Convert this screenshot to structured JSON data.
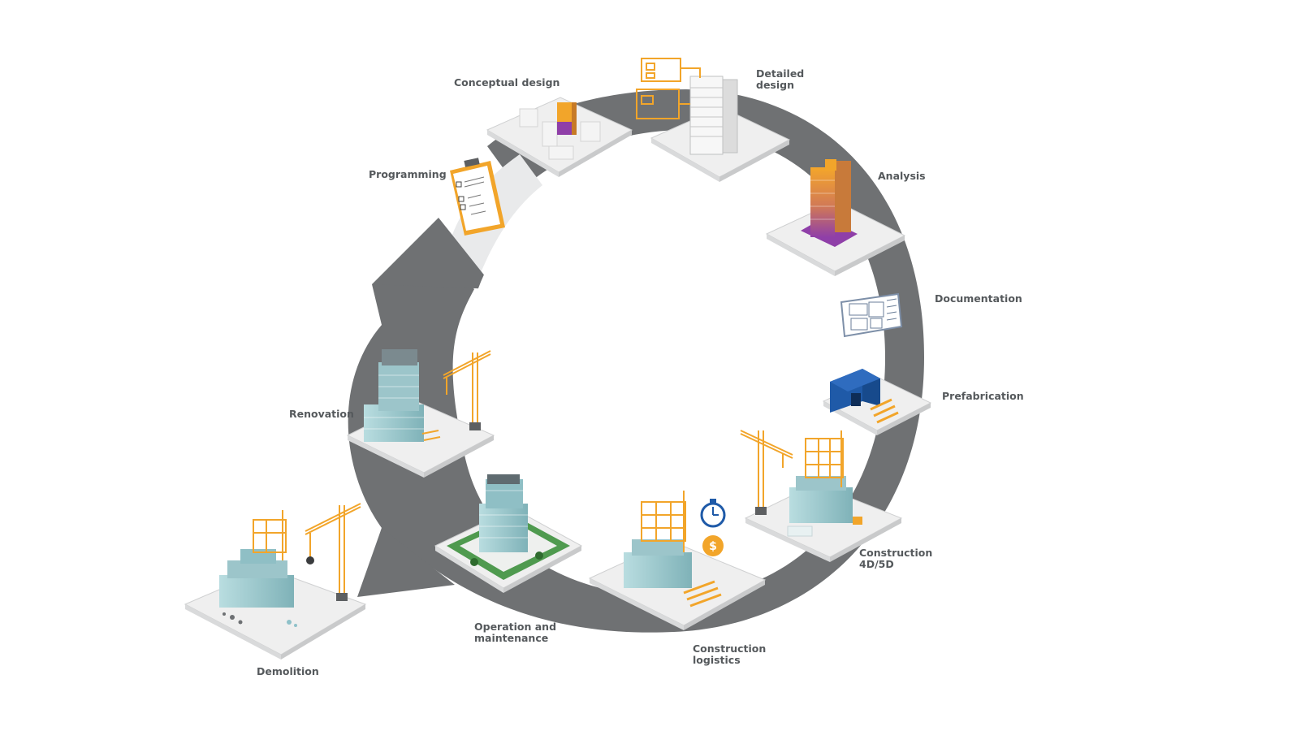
{
  "stages": [
    {
      "id": "conceptual-design",
      "line1": "Conceptual design",
      "line2": ""
    },
    {
      "id": "detailed-design",
      "line1": "Detailed",
      "line2": "design"
    },
    {
      "id": "analysis",
      "line1": "Analysis",
      "line2": ""
    },
    {
      "id": "documentation",
      "line1": "Documentation",
      "line2": ""
    },
    {
      "id": "prefabrication",
      "line1": "Prefabrication",
      "line2": ""
    },
    {
      "id": "construction-4d5d",
      "line1": "Construction",
      "line2": "4D/5D"
    },
    {
      "id": "construction-logistics",
      "line1": "Construction",
      "line2": "logistics"
    },
    {
      "id": "operation-maintenance",
      "line1": "Operation and",
      "line2": "maintenance"
    },
    {
      "id": "demolition",
      "line1": "Demolition",
      "line2": ""
    },
    {
      "id": "renovation",
      "line1": "Renovation",
      "line2": ""
    },
    {
      "id": "programming",
      "line1": "Programming",
      "line2": ""
    }
  ],
  "colors": {
    "ring": "#6f7173",
    "arrow_light": "#e9eaeb",
    "tile": "#efefef",
    "tile_edge": "#cfd0d1",
    "accent_orange": "#f2a52a",
    "accent_purple": "#8f3fa8",
    "glass_teal": "#a7cfd3",
    "prefab_blue": "#1f5aa8",
    "lawn_green": "#4f9a4f",
    "label": "#55595c"
  },
  "icons": {
    "conceptual-design": "massing-model-icon",
    "detailed-design": "floor-plan-tower-icon",
    "analysis": "gradient-tower-icon",
    "documentation": "drawing-sheet-icon",
    "prefabrication": "factory-module-icon",
    "construction-4d5d": "crane-scaffold-icon",
    "construction-logistics": "stopwatch-cost-icon",
    "operation-maintenance": "tower-lawn-icon",
    "demolition": "wrecking-crane-icon",
    "renovation": "tower-crane-icon",
    "programming": "clipboard-checklist-icon"
  }
}
